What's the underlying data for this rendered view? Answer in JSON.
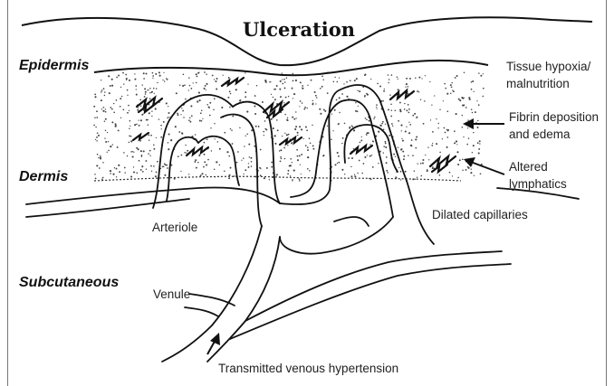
{
  "diagram": {
    "title": "Ulceration",
    "layers": {
      "epidermis": "Epidermis",
      "dermis": "Dermis",
      "subcutaneous": "Subcutaneous"
    },
    "annotations": {
      "tissue_hypoxia_line1": "Tissue hypoxia/",
      "tissue_hypoxia_line2": "malnutrition",
      "fibrin_line1": "Fibrin deposition",
      "fibrin_line2": "and edema",
      "lymphatics_line1": "Altered",
      "lymphatics_line2": "lymphatics",
      "dilated_capillaries": "Dilated capillaries",
      "arteriole": "Arteriole",
      "venule": "Venule",
      "venous_hypertension": "Transmitted venous hypertension"
    },
    "colors": {
      "ink": "#111111",
      "stipple": "#444444",
      "border": "#777777"
    }
  }
}
